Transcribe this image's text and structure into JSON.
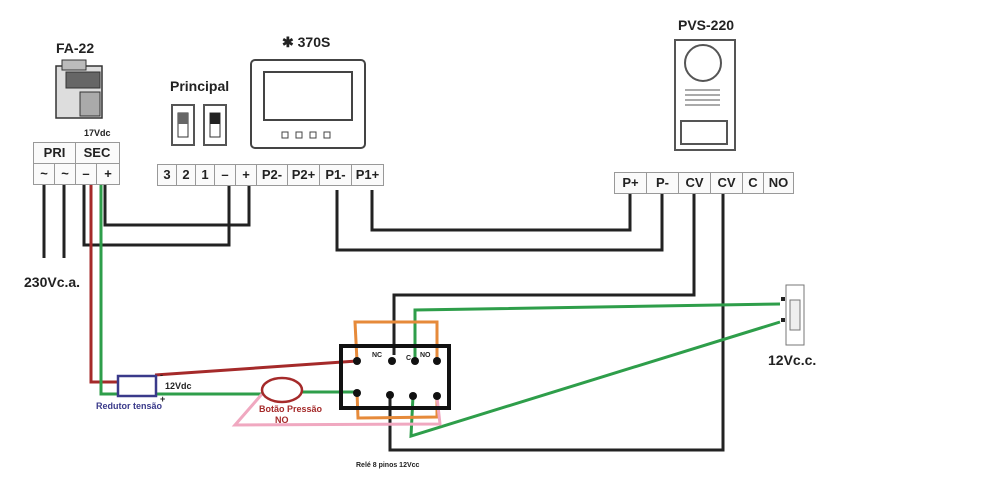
{
  "devices": {
    "power_supply": {
      "name": "FA-22",
      "output_label": "17Vdc",
      "header_pri": "PRI",
      "header_sec": "SEC",
      "terminals": [
        "~",
        "~",
        "–",
        "+"
      ],
      "input_label": "230Vc.a."
    },
    "switches": {
      "label": "Principal"
    },
    "monitor": {
      "name": "✱ 370S",
      "terminals": [
        "3",
        "2",
        "1",
        "–",
        "+",
        "P2-",
        "P2+",
        "P1-",
        "P1+"
      ]
    },
    "door_panel": {
      "name": "PVS-220",
      "terminals": [
        "P+",
        "P-",
        "CV",
        "CV",
        "C",
        "NO"
      ]
    },
    "lock": {
      "label": "12Vc.c."
    },
    "reducer": {
      "label": "Redutor tensão",
      "output_label": "12Vdc",
      "minus": "-",
      "plus": "+"
    },
    "button": {
      "label_line1": "Botão Pressão",
      "label_line2": "NO"
    },
    "relay": {
      "label": "Relé 8 pinos 12Vcc",
      "pin_labels": [
        "NC",
        "C",
        "NO"
      ]
    }
  },
  "wire_colors": {
    "black": "#1a1a1a",
    "red": "#a52a2a",
    "green": "#2e9e4a",
    "orange": "#e68a3a",
    "pink": "#f0a8c0",
    "blue": "#3a3a8a"
  }
}
